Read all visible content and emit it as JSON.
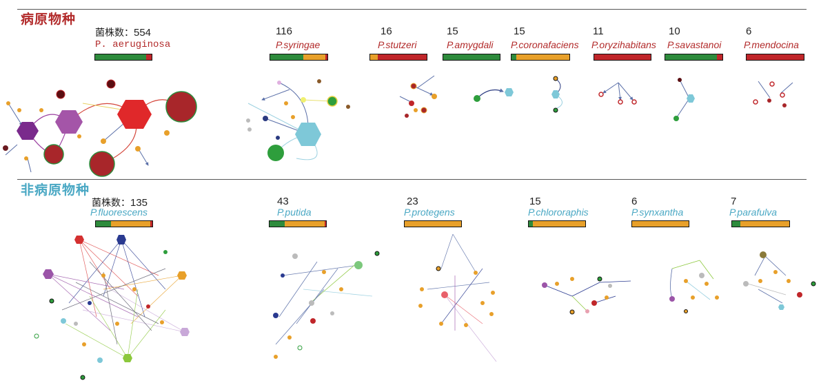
{
  "colors": {
    "pathogen": "#b22a2a",
    "nonpathogen": "#4aa8c4",
    "green": "#2e8b3c",
    "orange": "#e8a02a",
    "red": "#c0262a",
    "rule": "#555555"
  },
  "pathogenic": {
    "title": "病原物种",
    "count_label": "菌株数：",
    "species": [
      {
        "count": "554",
        "name": "P. aeruginosa",
        "bar": [
          0.9,
          0.0,
          0.1
        ]
      },
      {
        "count": "116",
        "name": "P.syringae",
        "bar": [
          0.58,
          0.38,
          0.04
        ]
      },
      {
        "count": "16",
        "name": "P.stutzeri",
        "bar": [
          0.0,
          0.13,
          0.87
        ]
      },
      {
        "count": "15",
        "name": "P.amygdali",
        "bar": [
          1.0,
          0.0,
          0.0
        ]
      },
      {
        "count": "15",
        "name": "P.coronafaciens",
        "bar": [
          0.08,
          0.92,
          0.0
        ]
      },
      {
        "count": "11",
        "name": "P.oryzihabitans",
        "bar": [
          0.0,
          0.0,
          1.0
        ]
      },
      {
        "count": "10",
        "name": "P.savastanoi",
        "bar": [
          0.9,
          0.0,
          0.1
        ]
      },
      {
        "count": "6",
        "name": "P.mendocina",
        "bar": [
          0.0,
          0.0,
          1.0
        ]
      }
    ]
  },
  "nonpathogenic": {
    "title": "非病原物种",
    "count_label": "菌株数：",
    "species": [
      {
        "count": "135",
        "name": "P.fluorescens",
        "bar": [
          0.27,
          0.69,
          0.04
        ]
      },
      {
        "count": "43",
        "name": "P.putida",
        "bar": [
          0.27,
          0.71,
          0.02
        ]
      },
      {
        "count": "23",
        "name": "P.protegens",
        "bar": [
          0.0,
          1.0,
          0.0
        ]
      },
      {
        "count": "15",
        "name": "P.chlororaphis",
        "bar": [
          0.07,
          0.93,
          0.0
        ]
      },
      {
        "count": "6",
        "name": "P.synxantha",
        "bar": [
          0.0,
          1.0,
          0.0
        ]
      },
      {
        "count": "7",
        "name": "P.parafulva",
        "bar": [
          0.15,
          0.85,
          0.0
        ]
      }
    ]
  }
}
